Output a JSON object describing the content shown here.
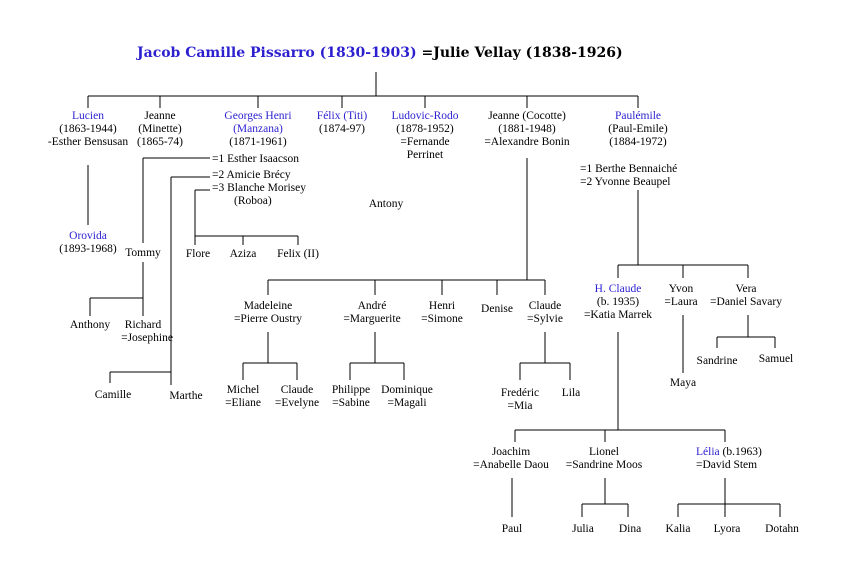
{
  "title": {
    "patriarch": "Jacob Camille Pissarro (1830-1903)",
    "spouse": "=Julie Vellay (1838-1926)"
  },
  "children": {
    "lucien": [
      "Lucien",
      "(1863-1944)",
      "-Esther Bensusan"
    ],
    "jeanne_minette": [
      "Jeanne",
      "(Minette)",
      "(1865-74)"
    ],
    "georges": [
      "Georges Henri",
      "(Manzana)",
      "(1871-1961)"
    ],
    "georges_spouses": [
      "=1 Esther Isaacson",
      "=2 Amicie Brécy",
      "=3 Blanche Morisey",
      "(Roboa)"
    ],
    "felix": [
      "Félix (Titi)",
      "(1874-97)"
    ],
    "ludovic": [
      "Ludovic-Rodo",
      "(1878-1952)",
      "=Fernande",
      "Perrinet"
    ],
    "jeanne_cocotte": [
      "Jeanne (Cocotte)",
      "(1881-1948)",
      "=Alexandre Bonin"
    ],
    "paulemile": [
      "Paulémile",
      "(Paul-Emile)",
      "(1884-1972)"
    ],
    "paulemile_spouses": [
      "=1 Berthe Bennaiché",
      "=2 Yvonne Beaupel"
    ]
  },
  "grandchildren": {
    "orovida": [
      "Orovida",
      "(1893-1968)"
    ],
    "tommy": "Tommy",
    "antony": "Antony",
    "flore": "Flore",
    "aziza": "Aziza",
    "felix2": "Felix (II)",
    "madeleine": [
      "Madeleine",
      "=Pierre Oustry"
    ],
    "andre": [
      "André",
      "=Marguerite"
    ],
    "henri": [
      "Henri",
      "=Simone"
    ],
    "denise": "Denise",
    "claude": [
      "Claude",
      "=Sylvie"
    ],
    "hclaude": [
      "H. Claude",
      "(b. 1935)",
      "=Katia Marrek"
    ],
    "yvon": [
      "Yvon",
      "=Laura"
    ],
    "vera": [
      "Vera",
      "=Daniel Savary"
    ]
  },
  "great_grandchildren": {
    "anthony": "Anthony",
    "richard": [
      "Richard",
      "=Josephine"
    ],
    "michel": [
      "Michel",
      "=Eliane"
    ],
    "claude2": [
      "Claude",
      "=Evelyne"
    ],
    "philippe": [
      "Philippe",
      "=Sabine"
    ],
    "dominique": [
      "Dominique",
      "=Magali"
    ],
    "frederic": [
      "Fredéric",
      "=Mia"
    ],
    "lila": "Lila",
    "joachim": [
      "Joachim",
      "=Anabelle Daou"
    ],
    "lionel": [
      "Lionel",
      "=Sandrine Moos"
    ],
    "lelia": [
      "Lélia",
      "(b.1963)",
      "=David Stem"
    ],
    "sandrine": "Sandrine",
    "samuel": "Samuel",
    "maya": "Maya"
  },
  "fourth_generation": {
    "camille": "Camille",
    "marthe": "Marthe",
    "paul": "Paul",
    "julia": "Julia",
    "dina": "Dina",
    "kalia": "Kalia",
    "lyora": "Lyora",
    "dotahn": "Dotahn"
  },
  "colors": {
    "line": "#000000",
    "link_name": "#2b1fd0",
    "text": "#000000",
    "background": "#ffffff"
  }
}
